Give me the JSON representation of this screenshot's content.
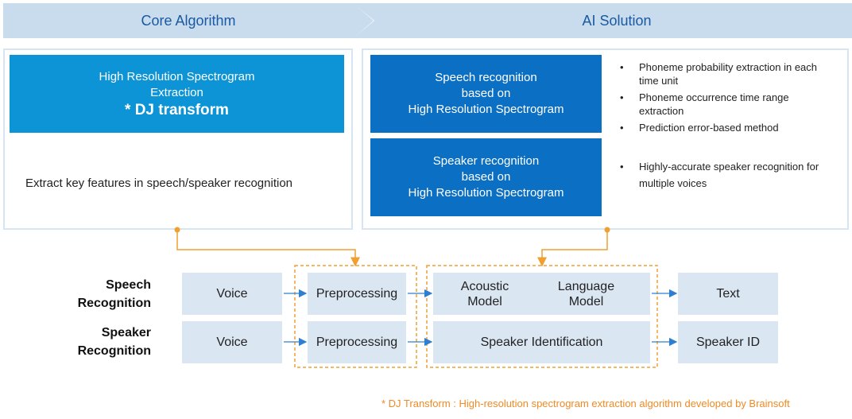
{
  "header": {
    "core": "Core Algorithm",
    "ai": "AI Solution"
  },
  "core": {
    "box_line1": "High Resolution Spectrogram",
    "box_line2": "Extraction",
    "box_big": "* DJ transform",
    "description": "Extract key features in speech/speaker recognition"
  },
  "ai": {
    "speech_box": [
      "Speech recognition",
      "based on",
      "High Resolution Spectrogram"
    ],
    "speaker_box": [
      "Speaker recognition",
      "based on",
      "High Resolution Spectrogram"
    ],
    "speech_bullets": [
      "Phoneme probability extraction in each time unit",
      "Phoneme occurrence time range extraction",
      "Prediction error-based method"
    ],
    "speaker_bullets": [
      "Highly-accurate speaker recognition for multiple voices"
    ]
  },
  "flow": {
    "speech_label": [
      "Speech",
      "Recognition"
    ],
    "speaker_label": [
      "Speaker",
      "Recognition"
    ],
    "speech": {
      "voice": "Voice",
      "preprocessing": "Preprocessing",
      "acoustic": [
        "Acoustic",
        "Model"
      ],
      "language": [
        "Language",
        "Model"
      ],
      "output": "Text"
    },
    "speaker": {
      "voice": "Voice",
      "preprocessing": "Preprocessing",
      "identification": "Speaker Identification",
      "output": "Speaker ID"
    }
  },
  "footnote": "* DJ Transform : High-resolution spectrogram extraction algorithm developed by Brainsoft",
  "colors": {
    "header_bg": "#c9dcee",
    "header_text": "#1a5aa0",
    "core_box": "#0c94d6",
    "ai_box": "#0b6fc4",
    "flow_box": "#dbe6f3",
    "arrow": "#2e7fd0",
    "accent": "#f0a030",
    "footnote": "#f08a24"
  }
}
